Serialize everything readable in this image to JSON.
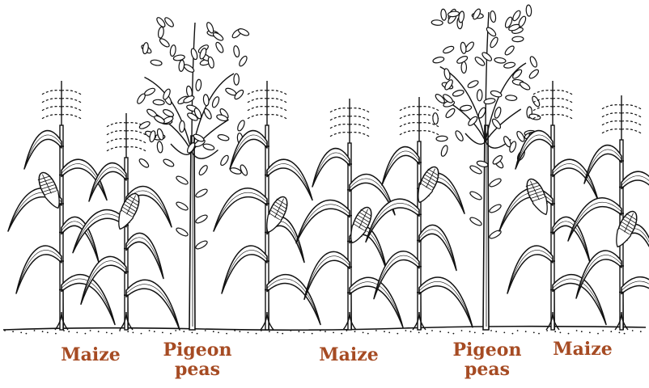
{
  "colors": {
    "ink": "#111111",
    "label": "#a64b23",
    "background": "#ffffff"
  },
  "plants": [
    {
      "kind": "maize",
      "name": "maize-plant"
    },
    {
      "kind": "maize",
      "name": "maize-plant"
    },
    {
      "kind": "pigeon-pea",
      "name": "pigeon-pea-plant"
    },
    {
      "kind": "maize",
      "name": "maize-plant"
    },
    {
      "kind": "maize",
      "name": "maize-plant"
    },
    {
      "kind": "maize",
      "name": "maize-plant"
    },
    {
      "kind": "pigeon-pea",
      "name": "pigeon-pea-plant"
    },
    {
      "kind": "maize",
      "name": "maize-plant"
    },
    {
      "kind": "maize",
      "name": "maize-plant"
    }
  ],
  "labels": [
    {
      "line1": "Maize",
      "line2": ""
    },
    {
      "line1": "Pigeon",
      "line2": "peas"
    },
    {
      "line1": "Maize",
      "line2": ""
    },
    {
      "line1": "Pigeon",
      "line2": "peas"
    },
    {
      "line1": "Maize",
      "line2": ""
    }
  ]
}
